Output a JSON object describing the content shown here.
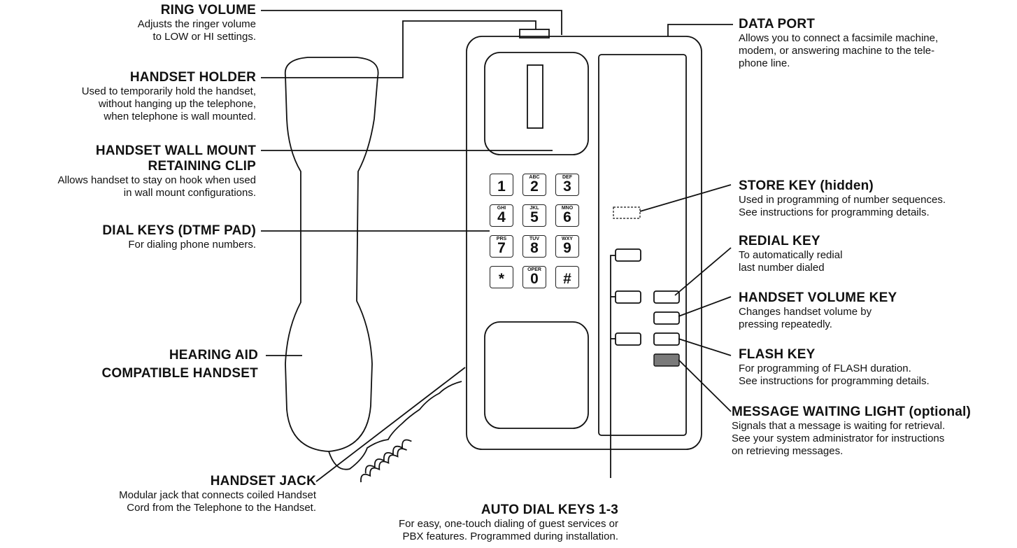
{
  "colors": {
    "line": "#111111",
    "message_light": "#7a7a7a"
  },
  "labels": {
    "ring_volume": {
      "title": "RING VOLUME",
      "desc": [
        "Adjusts the ringer volume",
        "to LOW or HI settings."
      ]
    },
    "handset_holder": {
      "title": "HANDSET HOLDER",
      "desc": [
        "Used to temporarily hold the handset,",
        "without hanging up the telephone,",
        "when telephone is wall mounted."
      ]
    },
    "wall_clip": {
      "title_lines": [
        "HANDSET WALL MOUNT",
        "RETAINING CLIP"
      ],
      "desc": [
        "Allows handset to stay on hook when used",
        "in wall mount configurations."
      ]
    },
    "dial_keys": {
      "title": "DIAL KEYS (DTMF PAD)",
      "desc": [
        "For dialing phone numbers."
      ]
    },
    "hearing_aid": {
      "title_lines": [
        "HEARING AID",
        "COMPATIBLE HANDSET"
      ]
    },
    "handset_jack": {
      "title": "HANDSET JACK",
      "desc": [
        "Modular jack that connects coiled Handset",
        "Cord from the Telephone to the Handset."
      ]
    },
    "auto_dial": {
      "title": "AUTO DIAL KEYS 1-3",
      "desc": [
        "For easy, one-touch dialing of guest services or",
        "PBX features. Programmed during installation."
      ]
    },
    "data_port": {
      "title": "DATA PORT",
      "desc": [
        "Allows you to connect a facsimile machine,",
        "modem, or answering machine to the tele-",
        "phone line."
      ]
    },
    "store_key": {
      "title": "STORE KEY (hidden)",
      "desc": [
        "Used in programming of number sequences.",
        "See instructions for programming details."
      ]
    },
    "redial_key": {
      "title": "REDIAL KEY",
      "desc": [
        "To automatically redial",
        "last number dialed"
      ]
    },
    "handset_volume": {
      "title": "HANDSET VOLUME KEY",
      "desc": [
        "Changes handset volume by",
        "pressing repeatedly."
      ]
    },
    "flash_key": {
      "title": "FLASH KEY",
      "desc": [
        "For programming of FLASH duration.",
        "See instructions for programming details."
      ]
    },
    "message_light": {
      "title": "MESSAGE WAITING LIGHT (optional)",
      "desc": [
        "Signals that a message is waiting for retrieval.",
        "See your system administrator for instructions",
        "on retrieving messages."
      ]
    }
  },
  "keypad": [
    {
      "digit": "1",
      "letters": ""
    },
    {
      "digit": "2",
      "letters": "ABC"
    },
    {
      "digit": "3",
      "letters": "DEF"
    },
    {
      "digit": "4",
      "letters": "GHI"
    },
    {
      "digit": "5",
      "letters": "JKL"
    },
    {
      "digit": "6",
      "letters": "MNO"
    },
    {
      "digit": "7",
      "letters": "PRS"
    },
    {
      "digit": "8",
      "letters": "TUV"
    },
    {
      "digit": "9",
      "letters": "WXY"
    },
    {
      "digit": "*",
      "letters": ""
    },
    {
      "digit": "0",
      "letters": "OPER"
    },
    {
      "digit": "#",
      "letters": ""
    }
  ]
}
